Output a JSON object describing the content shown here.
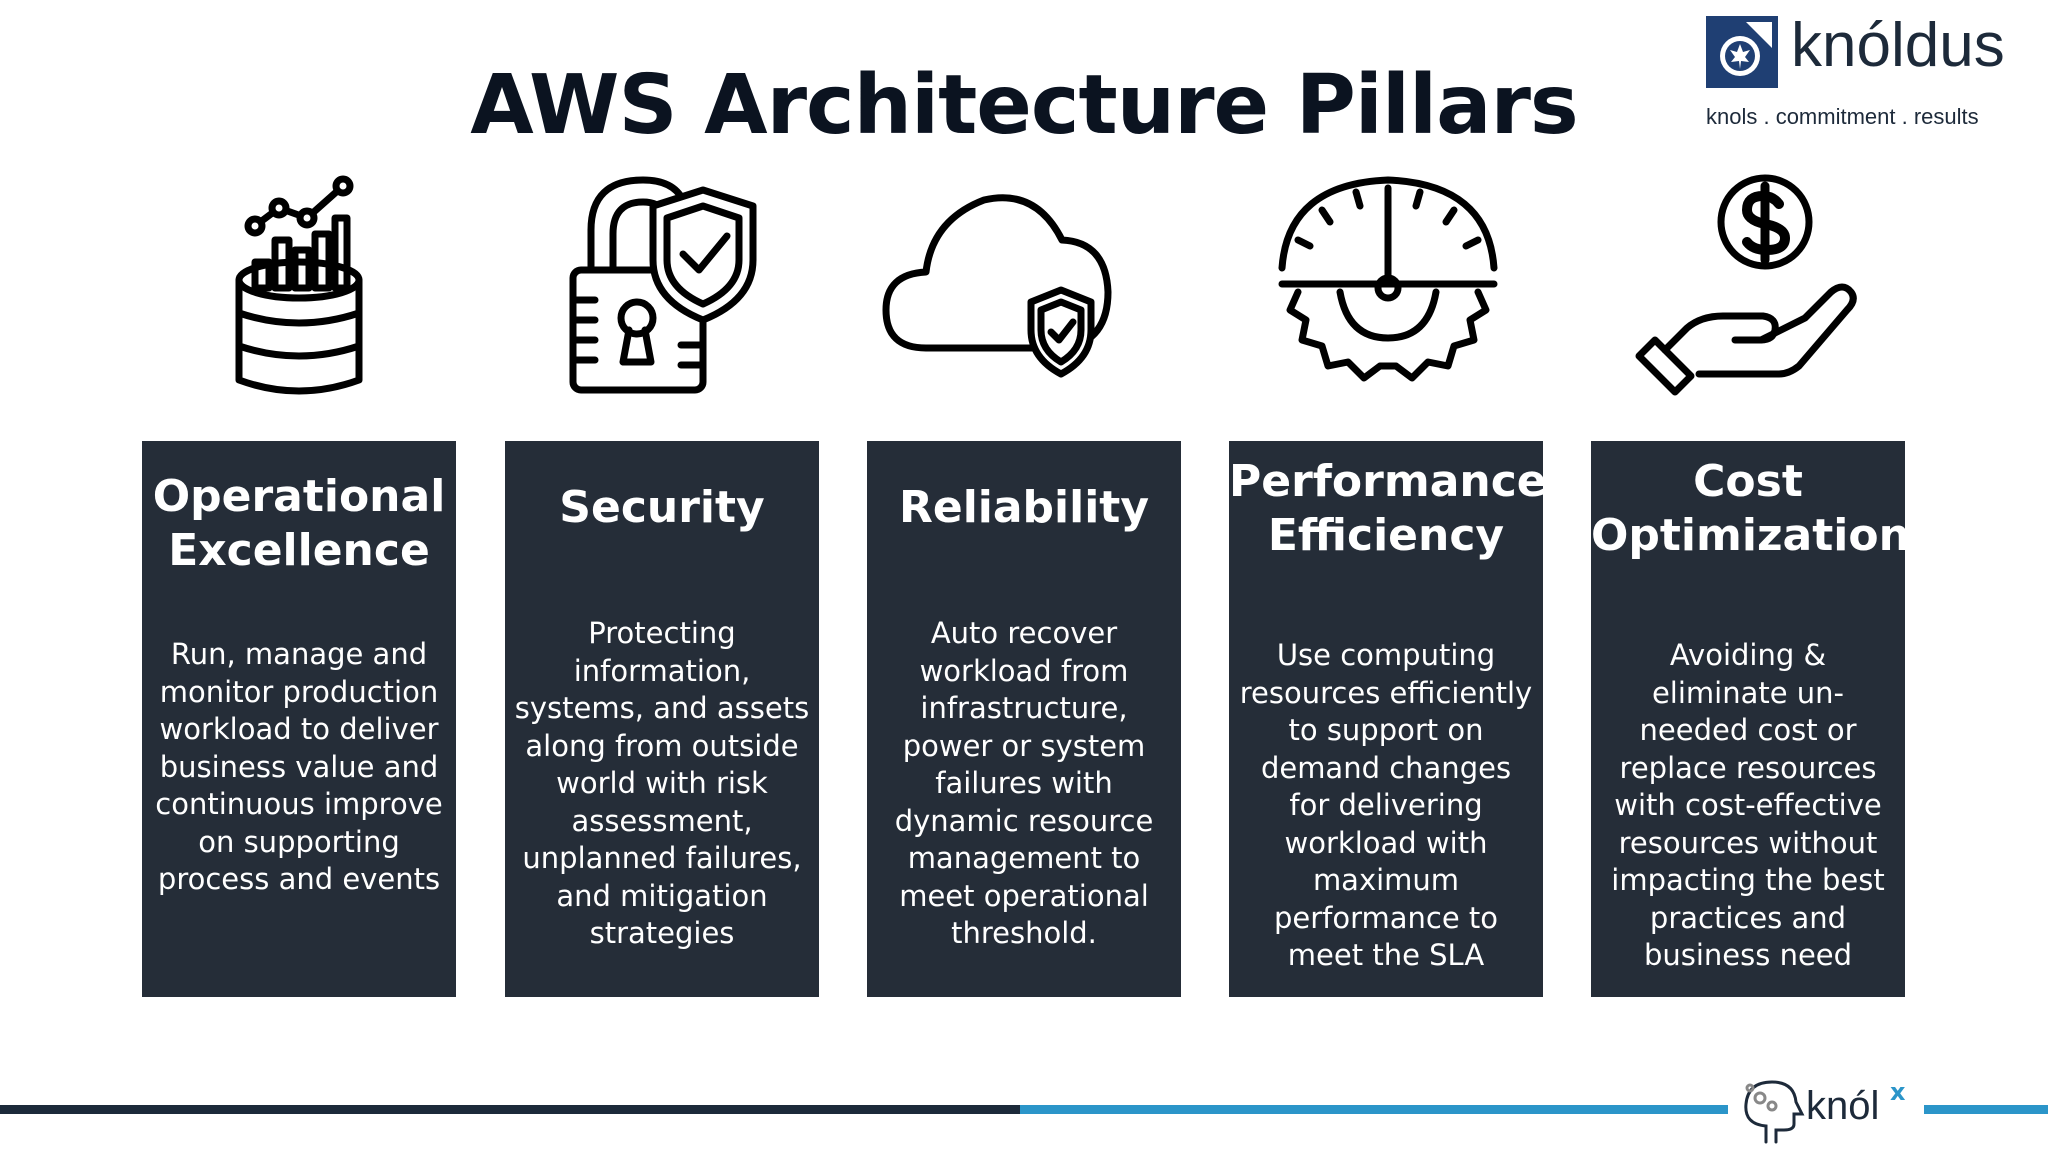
{
  "slide": {
    "title": "AWS Architecture Pillars"
  },
  "brand": {
    "name": "knóldus",
    "tagline": "knols . commitment . results",
    "footer_logo": "knól",
    "footer_logo_sup": "x",
    "colors": {
      "primary": "#1c2a3a",
      "accent": "#2b95c9",
      "card": "#252d38"
    }
  },
  "pillars": [
    {
      "title": "Operational Excellence",
      "icon": "database-chart-icon",
      "description": "Run, manage and monitor production workload to deliver business value and continuous improve on supporting process and events"
    },
    {
      "title": "Security",
      "icon": "lock-shield-icon",
      "description": "Protecting information, systems, and assets along from outside world with risk assessment, unplanned failures, and mitigation strategies"
    },
    {
      "title": "Reliability",
      "icon": "cloud-shield-icon",
      "description": "Auto recover workload from infrastructure, power or system failures with dynamic resource management to meet operational threshold."
    },
    {
      "title": "Performance Efficiency",
      "icon": "gauge-gear-icon",
      "description": "Use computing resources efficiently to support on demand changes for delivering workload with maximum performance to meet the SLA"
    },
    {
      "title": "Cost Optimization",
      "icon": "hand-dollar-icon",
      "description": "Avoiding & eliminate un-needed  cost or replace resources with cost-effective resources without impacting the best practices and business need"
    }
  ]
}
